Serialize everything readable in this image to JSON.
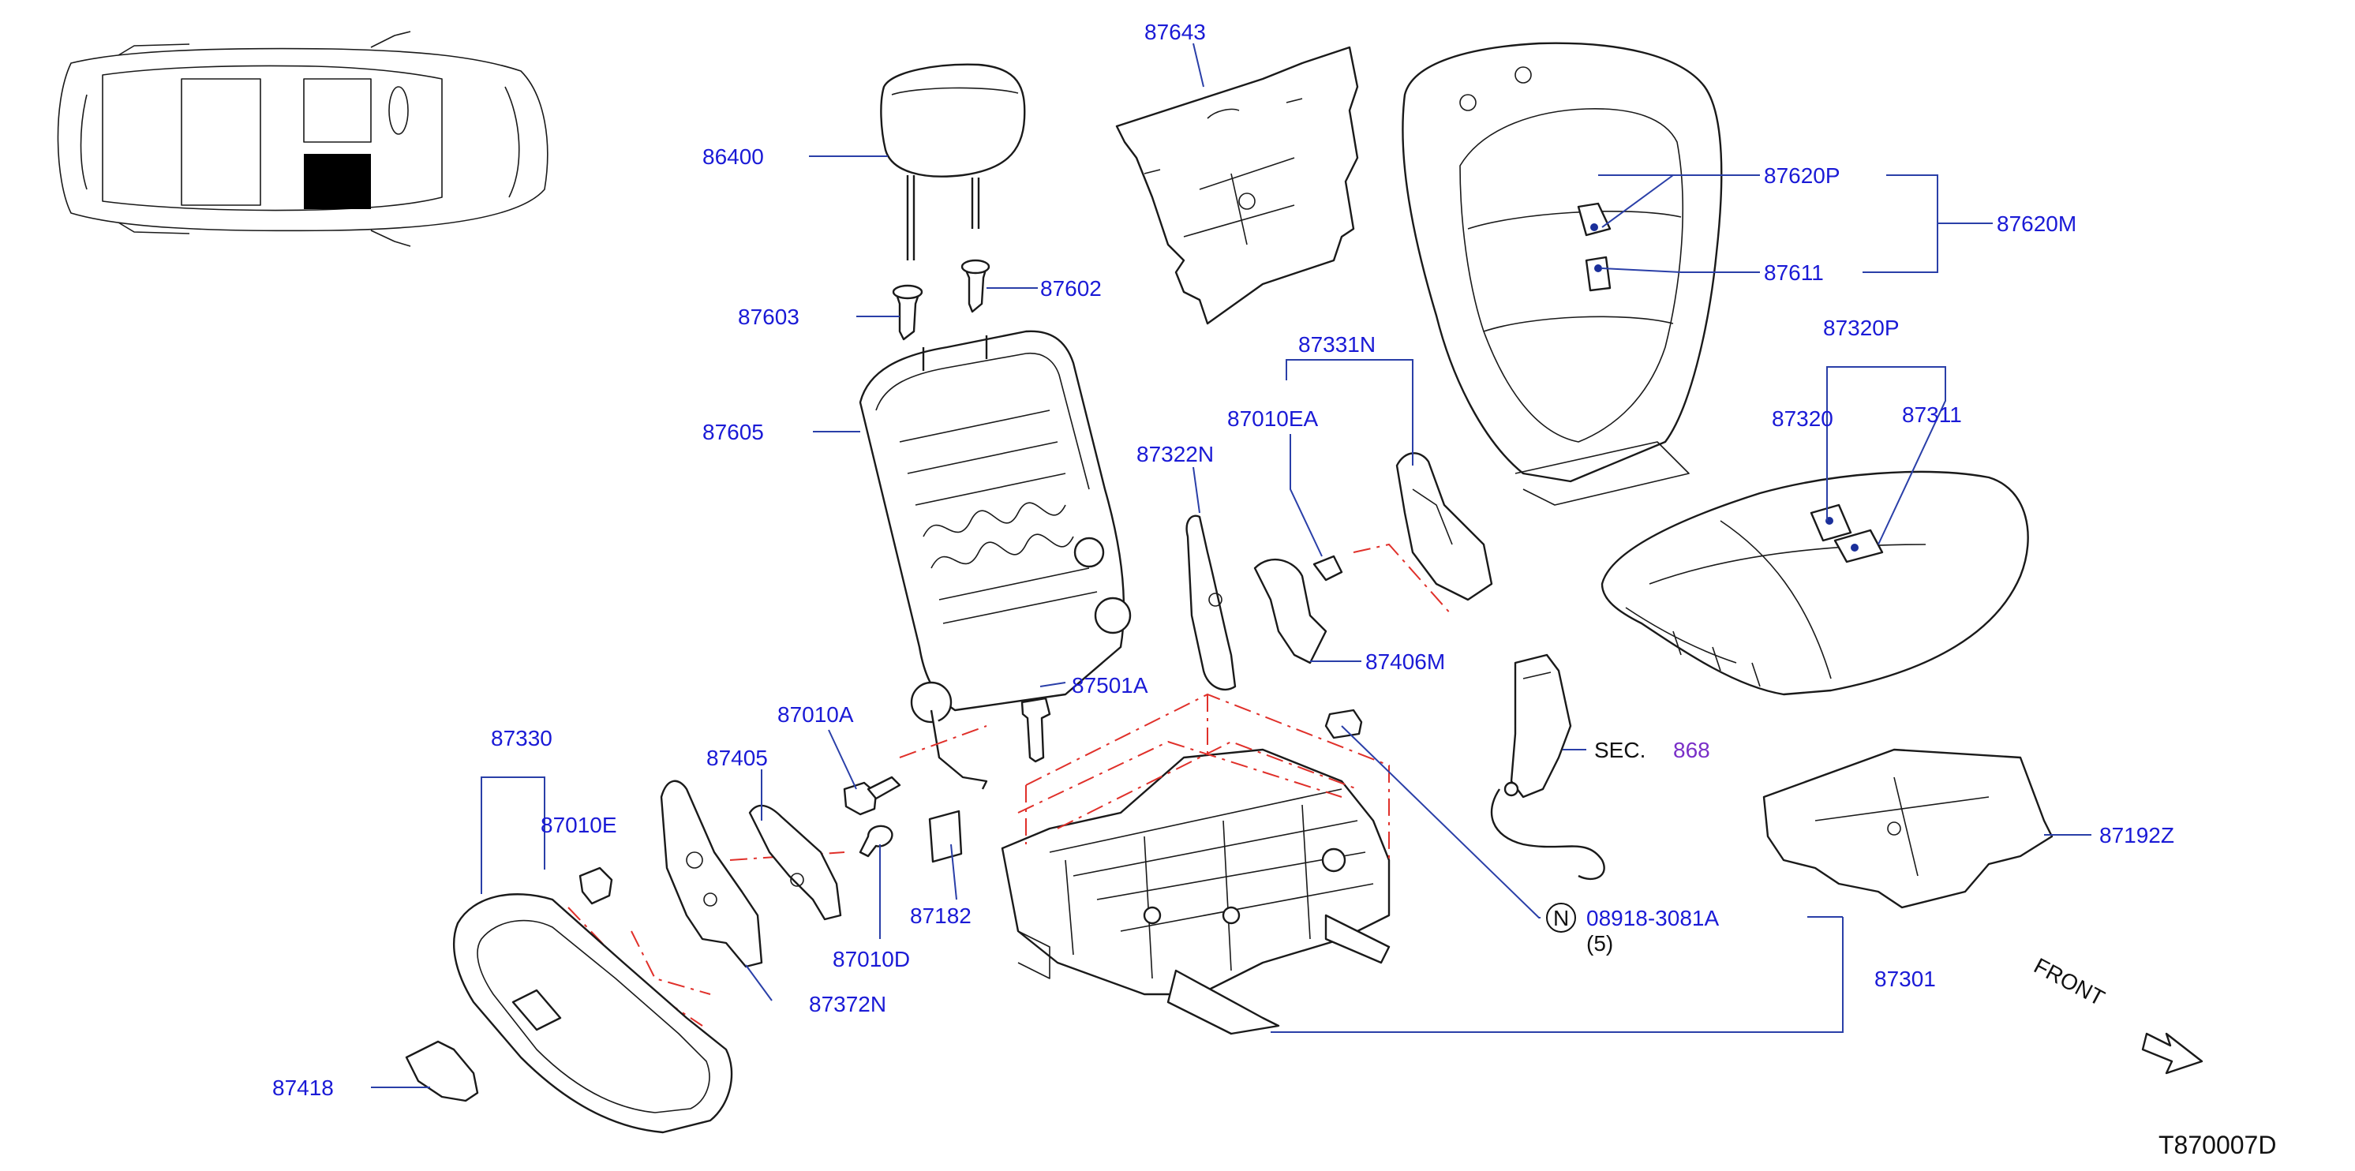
{
  "diagram_id": "T870007D",
  "labels": {
    "p86400": "86400",
    "p87603": "87603",
    "p87602": "87602",
    "p87605": "87605",
    "p87643": "87643",
    "p87620P": "87620P",
    "p87620M": "87620M",
    "p87611": "87611",
    "p87331N": "87331N",
    "p87010EA": "87010EA",
    "p87322N": "87322N",
    "p87406M": "87406M",
    "p87320P": "87320P",
    "p87320": "87320",
    "p87311": "87311",
    "p87010A": "87010A",
    "p87501A": "87501A",
    "p87405": "87405",
    "p87330": "87330",
    "p87010E": "87010E",
    "p87182": "87182",
    "p87010D": "87010D",
    "p87372N": "87372N",
    "p87418": "87418",
    "p87192Z": "87192Z",
    "p87301": "87301",
    "sec": "SEC.",
    "sec_num": "868",
    "nut_symbol": "N",
    "nut_part": "08918-3081A",
    "nut_qty": "(5)",
    "front": "FRONT"
  },
  "colors": {
    "label": "#1a1ad6",
    "leader": "#2a3fa8",
    "hidden_line": "#e0302a",
    "section_ref": "#7a2fc8",
    "outline": "#1a1a1a"
  }
}
